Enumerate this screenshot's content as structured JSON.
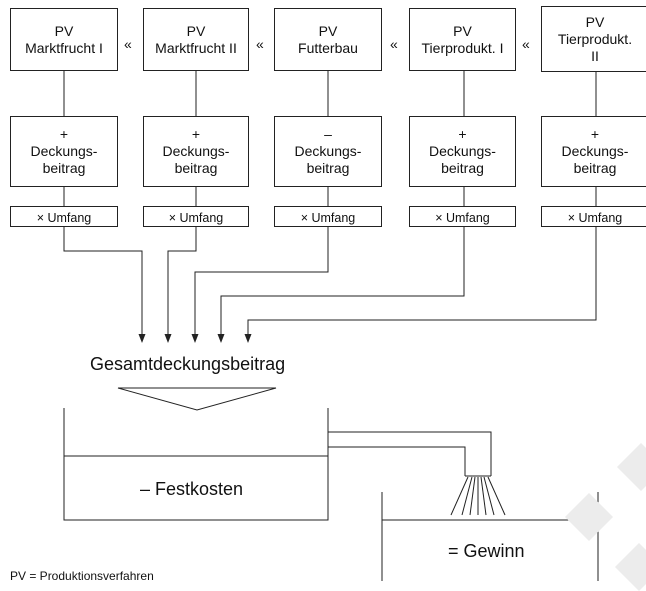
{
  "columns": [
    {
      "pv": [
        "PV",
        "Marktfrucht I"
      ],
      "sign": "+",
      "db": [
        "Deckungs-",
        "beitrag"
      ],
      "umfang": "× Umfang"
    },
    {
      "pv": [
        "PV",
        "Marktfrucht II"
      ],
      "sign": "+",
      "db": [
        "Deckungs-",
        "beitrag"
      ],
      "umfang": "× Umfang"
    },
    {
      "pv": [
        "PV",
        "Futterbau"
      ],
      "sign": "–",
      "db": [
        "Deckungs-",
        "beitrag"
      ],
      "umfang": "× Umfang"
    },
    {
      "pv": [
        "PV",
        "Tierprodukt. I"
      ],
      "sign": "+",
      "db": [
        "Deckungs-",
        "beitrag"
      ],
      "umfang": "× Umfang"
    },
    {
      "pv": [
        "PV",
        "Tierprodukt.",
        "II"
      ],
      "sign": "+",
      "db": [
        "Deckungs-",
        "beitrag"
      ],
      "umfang": "× Umfang"
    }
  ],
  "separators": [
    "«",
    "«",
    "«",
    "«"
  ],
  "gesamt_label": "Gesamtdeckungsbeitrag",
  "festkosten_label": "– Festkosten",
  "gewinn_label": "= Gewinn",
  "footnote": "PV = Produktionsverfahren",
  "colors": {
    "line": "#222222",
    "background": "#ffffff",
    "mark": "#ececec"
  }
}
